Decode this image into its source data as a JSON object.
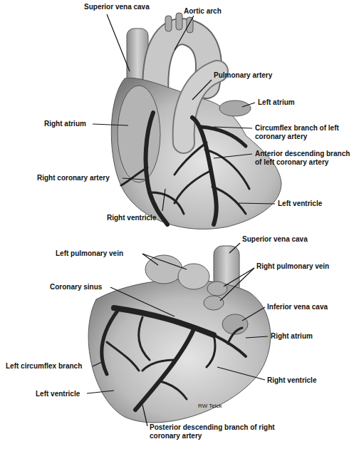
{
  "diagram": {
    "labels": [
      "Superior vena cava",
      "Aortic arch",
      "Pulmonary artery",
      "Left atrium",
      "Right atrium",
      "Circumflex branch of left coronary artery",
      "Anterior descending branch of left coronary artery",
      "Right coronary artery",
      "Left ventricle",
      "Right ventricle",
      "Superior vena cava",
      "Left pulmonary vein",
      "Right pulmonary vein",
      "Coronary sinus",
      "Inferior vena cava",
      "Right atrium",
      "Left circumflex branch",
      "Right ventricle",
      "Left ventricle",
      "RW Telck",
      "Posterior descending branch of right coronary artery"
    ]
  }
}
